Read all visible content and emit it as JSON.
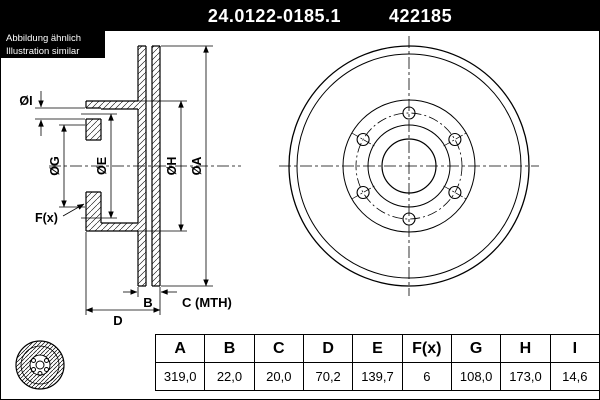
{
  "header": {
    "part_number": "24.0122-0185.1",
    "ref_number": "422185"
  },
  "caption": {
    "line1": "Abbildung ähnlich",
    "line2": "Illustration similar"
  },
  "drawing": {
    "labels": {
      "dia_i": "ØI",
      "dia_g": "ØG",
      "dia_e": "ØE",
      "dia_h": "ØH",
      "dia_a": "ØA",
      "f_x": "F(x)",
      "b": "B",
      "c_mth": "C (MTH)",
      "d": "D"
    }
  },
  "table": {
    "headers": [
      "A",
      "B",
      "C",
      "D",
      "E",
      "F(x)",
      "G",
      "H",
      "I"
    ],
    "values": [
      "319,0",
      "22,0",
      "20,0",
      "70,2",
      "139,7",
      "6",
      "108,0",
      "173,0",
      "14,6"
    ]
  },
  "colors": {
    "bar_bg": "#000000",
    "bar_text": "#ffffff",
    "line": "#000000",
    "background": "#ffffff"
  }
}
